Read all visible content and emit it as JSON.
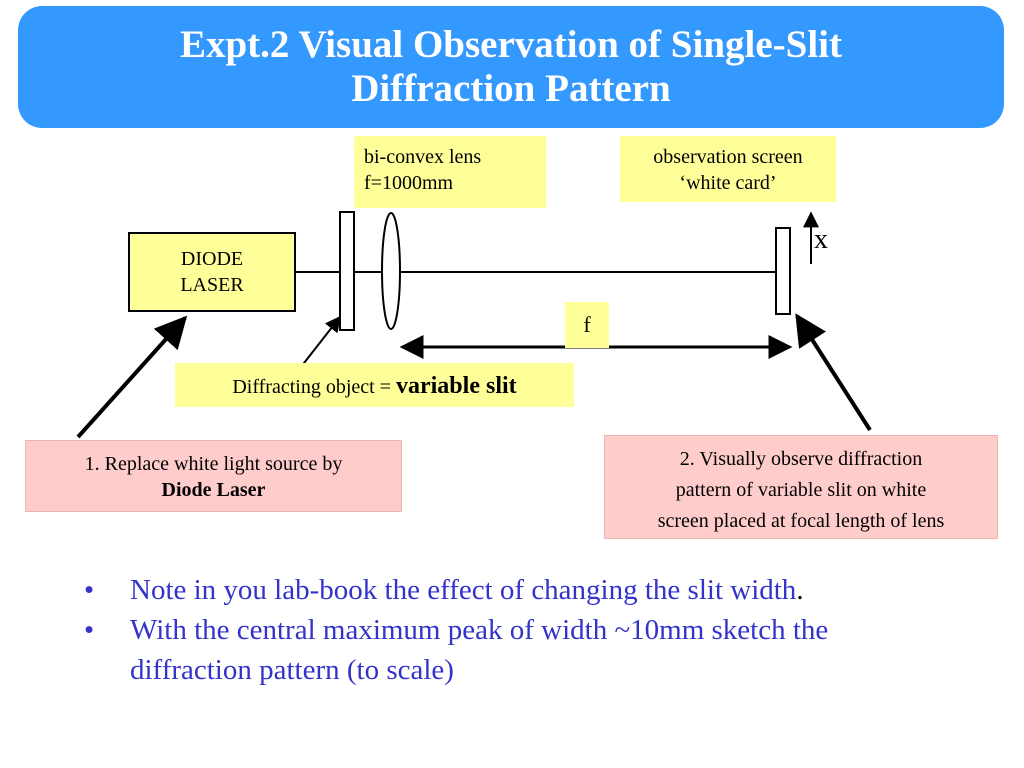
{
  "title": {
    "line1": "Expt.2 Visual Observation of Single-Slit",
    "line2": "Diffraction Pattern"
  },
  "diagram": {
    "laser_box": {
      "line1": "DIODE",
      "line2": "LASER"
    },
    "lens_label": {
      "line1": "bi-convex lens",
      "line2": "f=1000mm"
    },
    "screen_label": {
      "line1": "observation screen",
      "line2": "‘white card’"
    },
    "axis_label": "x",
    "focal_label": "f",
    "slit_label": {
      "prefix": "Diffracting object = ",
      "emphasis": "variable slit"
    },
    "step1": {
      "line1": "1. Replace white light source by",
      "line2_bold": "Diode Laser"
    },
    "step2": {
      "line1": "2. Visually observe diffraction",
      "line2": "pattern of variable slit on white",
      "line3": "screen placed at focal length of lens"
    }
  },
  "bullets": {
    "item1_text": "Note in you lab-book the effect of changing the slit width",
    "item1_period": ".",
    "item2_line1": "With the central maximum peak of width ~10mm sketch the",
    "item2_line2": "diffraction pattern (to scale)",
    "marker": "•"
  },
  "colors": {
    "title_bg": "#3399ff",
    "label_yellow": "#ffff99",
    "label_pink": "#ffcccc",
    "bullet_text": "#3333cc"
  }
}
